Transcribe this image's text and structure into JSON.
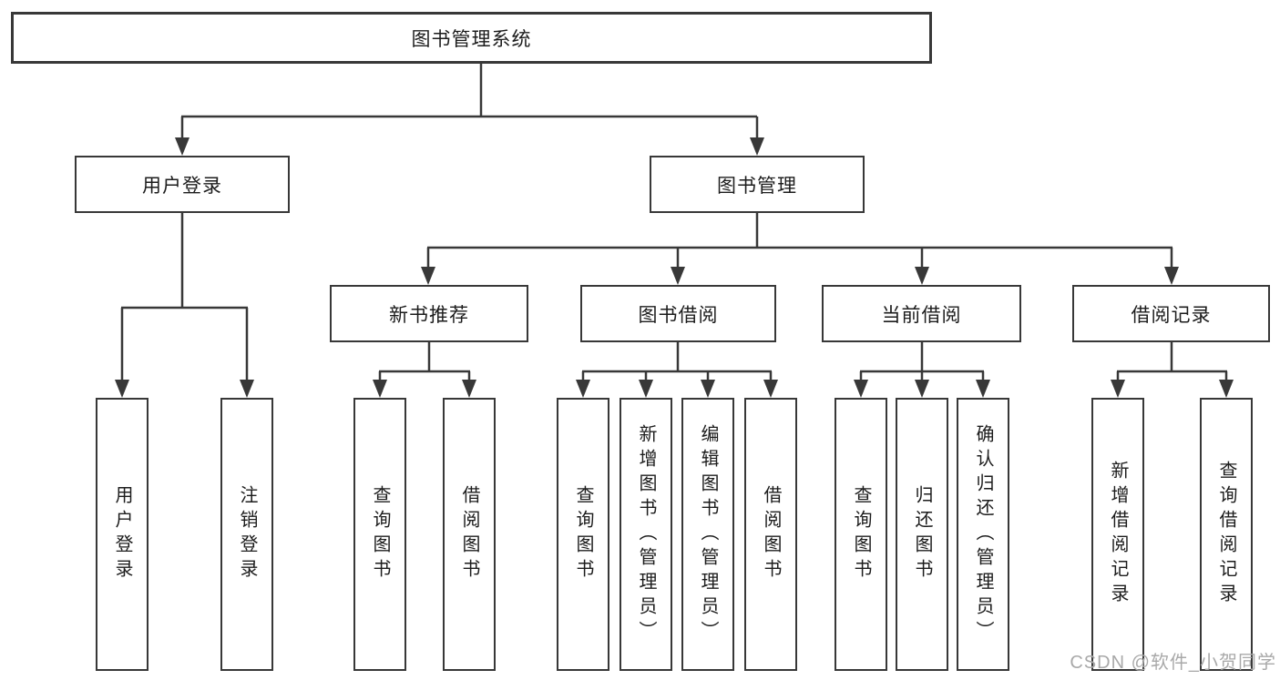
{
  "colors": {
    "line": "#383838",
    "text": "#1c1c1c",
    "watermark": "#a9a9a9",
    "background": "#ffffff"
  },
  "root": {
    "label": "图书管理系统"
  },
  "user_branch": {
    "label": "用户登录",
    "children": [
      {
        "label": "用户登录"
      },
      {
        "label": "注销登录"
      }
    ]
  },
  "book_branch": {
    "label": "图书管理",
    "groups": [
      {
        "label": "新书推荐",
        "children": [
          {
            "label": "查询图书"
          },
          {
            "label": "借阅图书"
          }
        ]
      },
      {
        "label": "图书借阅",
        "children": [
          {
            "label": "查询图书"
          },
          {
            "label": "新增图书（管理员）"
          },
          {
            "label": "编辑图书（管理员）"
          },
          {
            "label": "借阅图书"
          }
        ]
      },
      {
        "label": "当前借阅",
        "children": [
          {
            "label": "查询图书"
          },
          {
            "label": "归还图书"
          },
          {
            "label": "确认归还（管理员）"
          }
        ]
      },
      {
        "label": "借阅记录",
        "children": [
          {
            "label": "新增借阅记录"
          },
          {
            "label": "查询借阅记录"
          }
        ]
      }
    ]
  },
  "watermark": {
    "text": "CSDN @软件_小贺同学"
  }
}
